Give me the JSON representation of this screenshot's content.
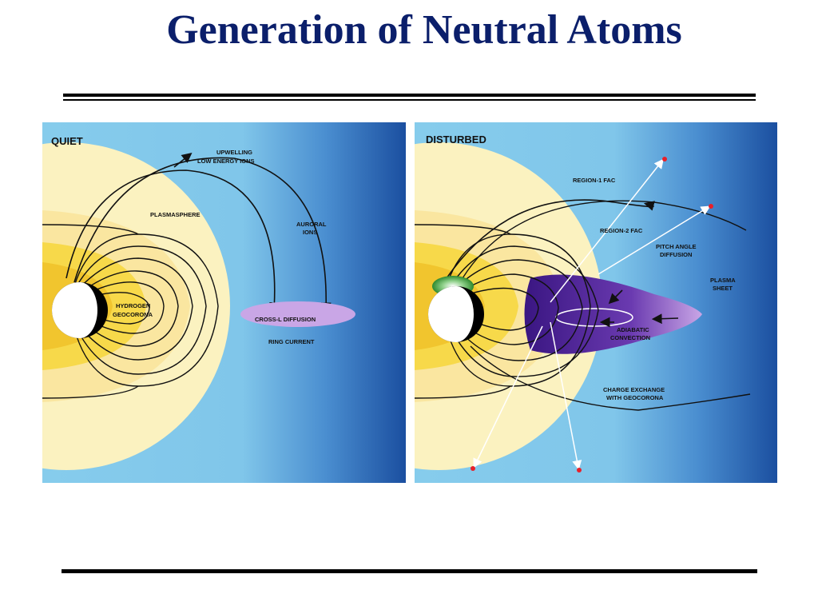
{
  "slide": {
    "title": "Generation of Neutral Atoms"
  },
  "quiet_panel": {
    "heading": "QUIET",
    "labels": {
      "upwelling_line1": "UPWELLING",
      "upwelling_line2": "LOW ENERGY IONS",
      "plasmasphere": "PLASMASPHERE",
      "auroral_line1": "AURORAL",
      "auroral_line2": "IONS",
      "hydrogen_line1": "HYDROGEN",
      "hydrogen_line2": "GEOCORONA",
      "cross_l_diffusion": "CROSS-L DIFFUSION",
      "ring_current": "RING CURRENT"
    }
  },
  "disturbed_panel": {
    "heading": "DISTURBED",
    "labels": {
      "region1_fac": "REGION-1 FAC",
      "region2_fac": "REGION-2 FAC",
      "pitch_angle_line1": "PITCH ANGLE",
      "pitch_angle_line2": "DIFFUSION",
      "plasma_sheet_line1": "PLASMA",
      "plasma_sheet_line2": "SHEET",
      "adiabatic_line1": "ADIABATIC",
      "adiabatic_line2": "CONVECTION",
      "charge_exchange_line1": "CHARGE EXCHANGE",
      "charge_exchange_line2": "WITH GEOCORONA"
    }
  },
  "colors": {
    "title": "#0b1f6b",
    "space_light": "#86ccec",
    "space_dark": "#1b4fa0",
    "geocorona": "#fbf2c0",
    "plasmasphere": "#f7d94a",
    "ring_current": "#c9a6e6",
    "plasma_sheet": "#4a1c8e",
    "neutral_atom": "#e8202a"
  }
}
